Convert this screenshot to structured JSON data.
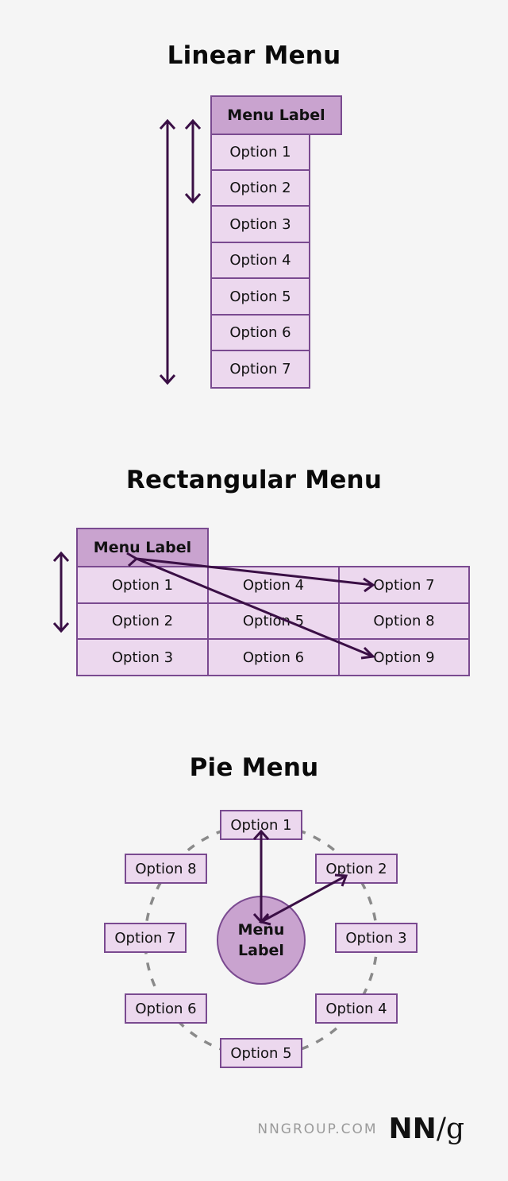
{
  "linear": {
    "title": "Linear Menu",
    "label": "Menu Label",
    "options": [
      "Option 1",
      "Option 2",
      "Option 3",
      "Option 4",
      "Option 5",
      "Option 6",
      "Option 7"
    ]
  },
  "rectangular": {
    "title": "Rectangular Menu",
    "label": "Menu Label",
    "options": [
      "Option 1",
      "Option 2",
      "Option 3",
      "Option 4",
      "Option 5",
      "Option 6",
      "Option 7",
      "Option 8",
      "Option 9"
    ]
  },
  "pie": {
    "title": "Pie Menu",
    "label_line1": "Menu",
    "label_line2": "Label",
    "options": [
      "Option 1",
      "Option 2",
      "Option 3",
      "Option 4",
      "Option 5",
      "Option 6",
      "Option 7",
      "Option 8"
    ]
  },
  "footer": {
    "site": "NNGROUP.COM",
    "logo_nn": "NN",
    "logo_slash": "/",
    "logo_g": "g"
  },
  "colors": {
    "box_fill": "#ecd8ee",
    "label_fill": "#c9a3cf",
    "border": "#7a4a90",
    "arrow": "#3a0f45",
    "dash": "#8a8a8a"
  }
}
